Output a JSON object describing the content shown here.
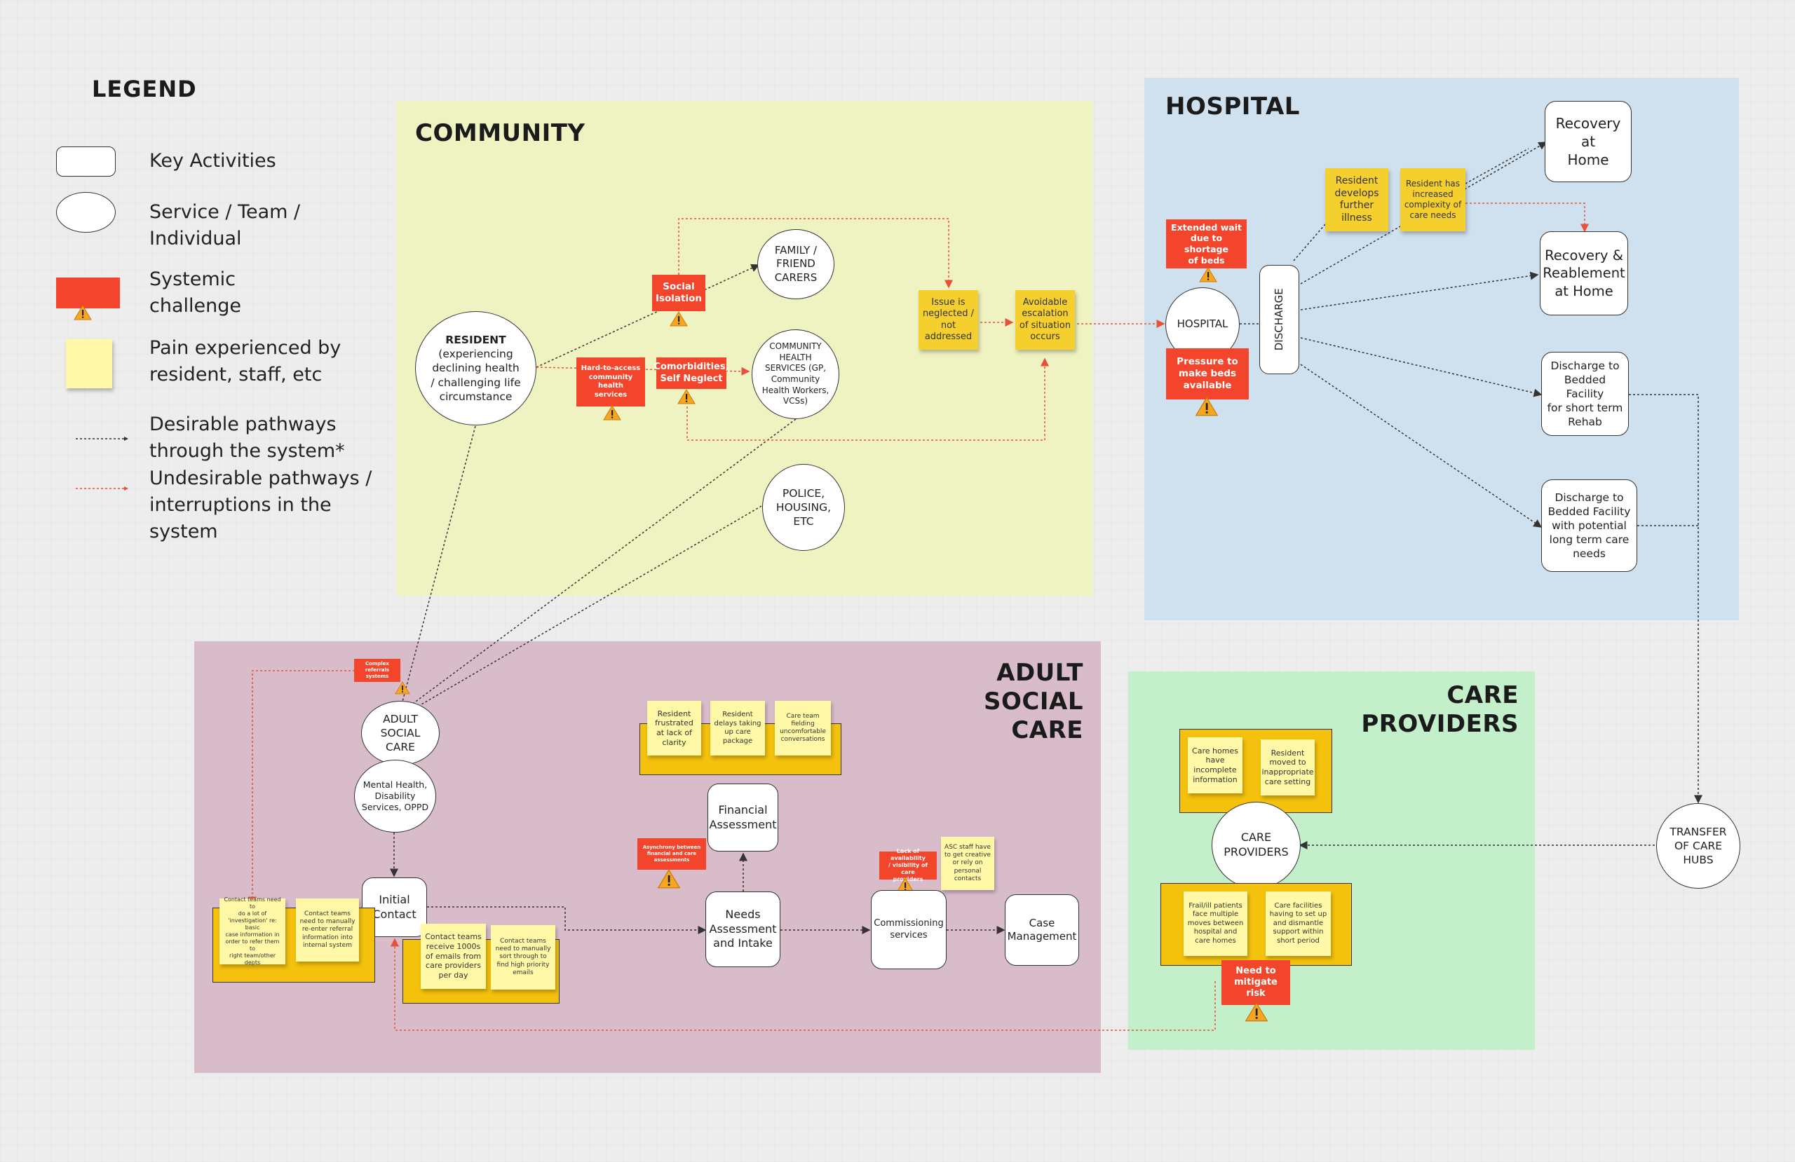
{
  "colors": {
    "community": "#eff3c2",
    "hospital": "#cfe0ee",
    "adult_social_care": "#d9bcca",
    "care_providers": "#c3efcb",
    "systemic_challenge": "#f2452b",
    "pain_sticky": "#fff8a6",
    "pain_sticky_dark": "#f5cf2e",
    "cluster": "#f4c20d",
    "warning": "#f6a623",
    "desirable_line": "#333333",
    "undesirable_line": "#e8503a"
  },
  "legend": {
    "title": "LEGEND",
    "key_activities": "Key Activities",
    "service_team": "Service / Team /\nIndividual",
    "systemic_challenge": "Systemic\nchallenge",
    "pain": "Pain experienced by\nresident, staff, etc",
    "desirable": "Desirable pathways\nthrough the system*",
    "undesirable": "Undesirable pathways /\ninterruptions in the\nsystem"
  },
  "regions": {
    "community": "COMMUNITY",
    "hospital": "HOSPITAL",
    "adult_social_care": "ADULT\nSOCIAL\nCARE",
    "care_providers": "CARE\nPROVIDERS"
  },
  "nodes": {
    "resident_title": "RESIDENT",
    "resident_desc": "(experiencing\ndeclining health\n/ challenging life\ncircumstance",
    "family": "FAMILY /\nFRIEND\nCARERS",
    "community_health": "COMMUNITY\nHEALTH\nSERVICES (GP,\nCommunity\nHealth Workers,\nVCSs)",
    "police": "POLICE,\nHOUSING,\nETC",
    "hospital": "HOSPITAL",
    "discharge": "DISCHARGE",
    "recovery_home": "Recovery at\nHome",
    "reablement": "Recovery &\nReablement\nat Home",
    "bedded_short": "Discharge to\nBedded Facility\nfor short term\nRehab",
    "bedded_long": "Discharge to\nBedded Facility\nwith potential\nlong term care\nneeds",
    "transfer_hubs": "TRANSFER\nOF CARE\nHUBS",
    "asc": "ADULT\nSOCIAL\nCARE",
    "mental_health": "Mental Health,\nDisability\nServices, OPPD",
    "initial_contact": "Initial\nContact",
    "financial_assessment": "Financial\nAssessment",
    "needs_assessment": "Needs\nAssessment\nand Intake",
    "commissioning": "Commissioning\nservices",
    "case_management": "Case\nManagement",
    "care_providers": "CARE\nPROVIDERS"
  },
  "challenges": {
    "social_isolation": "Social\nIsolation",
    "comorbidities": "Comorbidities,\nSelf Neglect",
    "hard_to_access": "Hard-to-access\ncommunity health\nservices",
    "extended_wait": "Extended wait\ndue to shortage\nof beds",
    "pressure_beds": "Pressure to\nmake beds\navailable",
    "complex_referrals": "Complex referrals\nsystems",
    "asynchrony": "Asynchrony between\nfinancial and care\nassessments",
    "lack_availability": "Lack of availability\n/ visibility of care\nproviders",
    "mitigate_risk": "Need to\nmitigate risk"
  },
  "pains": {
    "issue_neglected": "Issue is\nneglected /\nnot\naddressed",
    "avoidable_escalation": "Avoidable\nescalation\nof situation\noccurs",
    "further_illness": "Resident\ndevelops\nfurther\nillness",
    "increased_complexity": "Resident has\nincreased\ncomplexity of\ncare needs",
    "frustrated": "Resident\nfrustrated\nat lack of\nclarity",
    "delays_package": "Resident\ndelays taking\nup care\npackage",
    "fielding": "Care team\nfielding\nuncomfortable\nconversations",
    "investigation": "Contact teams need to\ndo a lot of\n'investigation' re: basic\ncase information in\norder to refer them to\nright team/other depts",
    "reenter": "Contact teams\nneed to manually\nre-enter referral\ninformation into\ninternal system",
    "emails": "Contact teams\nreceive 1000s\nof emails from\ncare providers\nper day",
    "sort_emails": "Contact teams\nneed to manually\nsort through to\nfind high priority\nemails",
    "asc_creative": "ASC staff have\nto get creative\nor rely on\npersonal\ncontacts",
    "incomplete_info": "Care homes\nhave\nincomplete\ninformation",
    "inappropriate": "Resident\nmoved to\ninappropriate\ncare setting",
    "frail_moves": "Frail/ill patients\nface multiple\nmoves between\nhospital and\ncare homes",
    "set_up": "Care facilities\nhaving to set up\nand dismantle\nsupport within\nshort period"
  }
}
